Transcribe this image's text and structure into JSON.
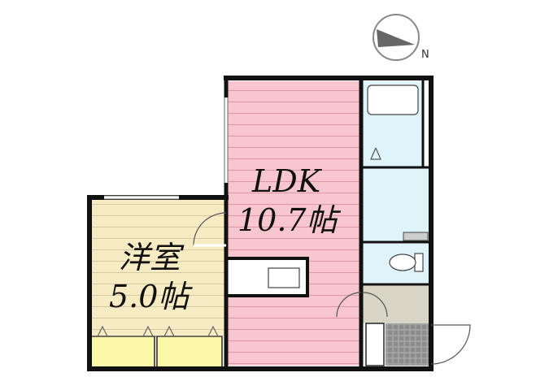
{
  "compass": {
    "north_label": "N",
    "icon": "compass-icon"
  },
  "rooms": {
    "ldk": {
      "name": "LDK",
      "size": "10.7帖"
    },
    "western": {
      "name": "洋室",
      "size": "5.0帖"
    }
  },
  "colors": {
    "ldk_fill": "#f8c6cf",
    "ldk_stripe": "#d98a98",
    "western_fill": "#f7ebc4",
    "western_stripe": "#cfc09a",
    "wet_area_fill": "#dff3fa",
    "closet_fill": "#fbf9a8",
    "entrance_tile": "#8f8f8f",
    "wall": "#111111"
  }
}
